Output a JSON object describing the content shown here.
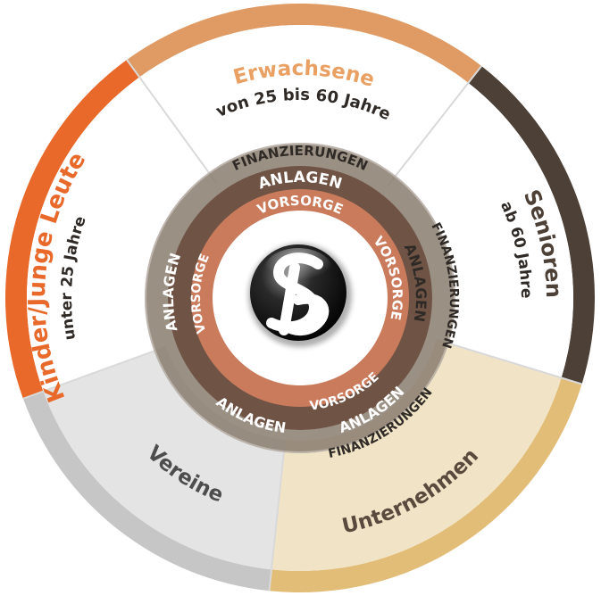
{
  "segments": [
    {
      "title": "Kinder/Junge Leute",
      "subtitle": "unter 25 Jahre",
      "rim_color": "#e8692a",
      "title_color": "#e8692a",
      "face_color": "#ffffff"
    },
    {
      "title": "Erwachsene",
      "subtitle": "von 25 bis 60 Jahre",
      "rim_color": "#e09a63",
      "title_color": "#e9a062",
      "face_color": "#ffffff"
    },
    {
      "title": "Senioren",
      "subtitle": "ab 60 Jahre",
      "rim_color": "#4d4036",
      "title_color": "#4d4036",
      "face_color": "#ffffff"
    },
    {
      "title": "Unternehmen",
      "subtitle": "",
      "rim_color": "#e2bd78",
      "title_color": "#5a4a3e",
      "face_color": "#f1e4c6"
    },
    {
      "title": "Vereine",
      "subtitle": "",
      "rim_color": "#c6c6c6",
      "title_color": "#4d4d4d",
      "face_color": "#e4e4e4"
    }
  ],
  "rings": {
    "finanzierungen": "FINANZIERUNGEN",
    "anlagen": "ANLAGEN",
    "vorsorge": "VORSORGE"
  },
  "logo": {
    "text": "SB",
    "description": "stylised S/B monogram on glossy black sphere"
  },
  "colors": {
    "finanzierungen_ring": "#8a7d6e",
    "anlagen_ring": "#6f5446",
    "vorsorge_ring": "#c97b5c",
    "text_dark": "#2f2a26",
    "text_light": "#ffffff"
  }
}
